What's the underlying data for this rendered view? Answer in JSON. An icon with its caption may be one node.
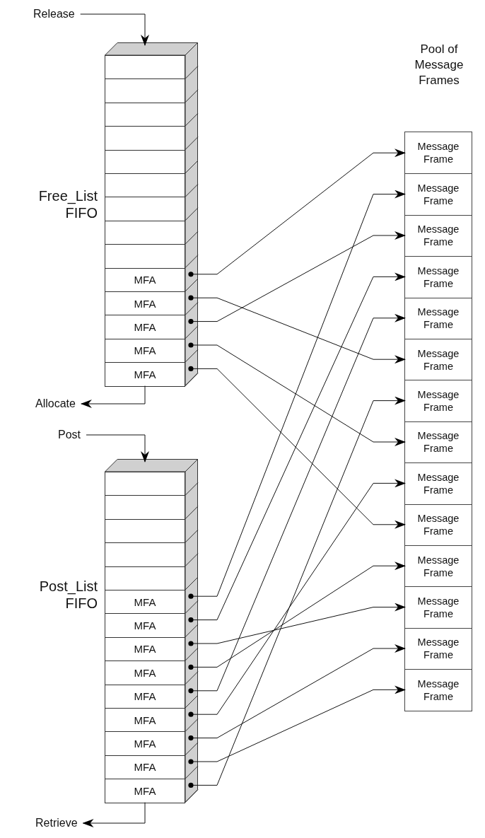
{
  "diagram": {
    "nodes": [
      {
        "text": [
          "Release"
        ]
      },
      {
        "text": [
          "Free_List FIFO"
        ]
      },
      {
        "text": [],
        "shape": "box",
        "in": 1
      },
      {
        "text": [],
        "shape": "box",
        "in": 1
      },
      {
        "text": [],
        "shape": "box",
        "in": 1
      },
      {
        "text": [],
        "shape": "box",
        "in": 1
      },
      {
        "text": [],
        "shape": "box",
        "in": 1
      },
      {
        "text": [],
        "shape": "box",
        "in": 1
      },
      {
        "text": [],
        "shape": "box",
        "in": 1
      },
      {
        "text": [],
        "shape": "box",
        "in": 1
      },
      {
        "text": [],
        "shape": "box",
        "in": 1
      },
      {
        "text": [
          "MFA"
        ],
        "in": 1
      },
      {
        "text": [
          "MFA"
        ],
        "in": 1
      },
      {
        "text": [
          "MFA"
        ],
        "in": 1
      },
      {
        "text": [
          "MFA"
        ],
        "in": 1
      },
      {
        "text": [
          "MFA"
        ],
        "in": 1
      },
      {
        "text": [
          "Allocate"
        ]
      },
      {
        "text": [
          "Post"
        ]
      },
      {
        "text": [
          "Post_List FIFO"
        ]
      },
      {
        "text": [],
        "shape": "box",
        "in": 18
      },
      {
        "text": [],
        "shape": "box",
        "in": 18
      },
      {
        "text": [],
        "shape": "box",
        "in": 18
      },
      {
        "text": [],
        "shape": "box",
        "in": 18
      },
      {
        "text": [],
        "shape": "box",
        "in": 18
      },
      {
        "text": [
          "MFA"
        ],
        "in": 18
      },
      {
        "text": [
          "MFA"
        ],
        "in": 18
      },
      {
        "text": [
          "MFA"
        ],
        "in": 18
      },
      {
        "text": [
          "MFA"
        ],
        "in": 18
      },
      {
        "text": [
          "MFA"
        ],
        "in": 18
      },
      {
        "text": [
          "MFA"
        ],
        "in": 18
      },
      {
        "text": [
          "MFA"
        ],
        "in": 18
      },
      {
        "text": [
          "MFA"
        ],
        "in": 18
      },
      {
        "text": [
          "MFA"
        ],
        "in": 18
      },
      {
        "text": [
          "Retrieve"
        ]
      },
      {
        "text": [
          "Pool of Message Frames"
        ]
      },
      {
        "text": [
          "Message Frame"
        ],
        "in": 34
      },
      {
        "text": [
          "Message Frame"
        ],
        "in": 34
      },
      {
        "text": [
          "Message Frame"
        ],
        "in": 34
      },
      {
        "text": [
          "Message Frame"
        ],
        "in": 34
      },
      {
        "text": [
          "Message Frame"
        ],
        "in": 34
      },
      {
        "text": [
          "Message Frame"
        ],
        "in": 34
      },
      {
        "text": [
          "Message Frame"
        ],
        "in": 34
      },
      {
        "text": [
          "Message Frame"
        ],
        "in": 34
      },
      {
        "text": [
          "Message Frame"
        ],
        "in": 34
      },
      {
        "text": [
          "Message Frame"
        ],
        "in": 34
      },
      {
        "text": [
          "Message Frame"
        ],
        "in": 34
      },
      {
        "text": [
          "Message Frame"
        ],
        "in": 34
      },
      {
        "text": [
          "Message Frame"
        ],
        "in": 34
      },
      {
        "text": [
          "Message Frame"
        ],
        "in": 34
      }
    ],
    "edges": [
      {
        "from": 0,
        "to": 1,
        "arrow": "to"
      },
      {
        "from": 1,
        "to": 16,
        "arrow": "to"
      },
      {
        "from": 17,
        "to": 18,
        "arrow": "to"
      },
      {
        "from": 18,
        "to": 33,
        "arrow": "to"
      },
      {
        "from": 11,
        "to": 35,
        "arrow": "to"
      },
      {
        "from": 12,
        "to": 40,
        "arrow": "to"
      },
      {
        "from": 13,
        "to": 37,
        "arrow": "to"
      },
      {
        "from": 14,
        "to": 42,
        "arrow": "to"
      },
      {
        "from": 15,
        "to": 44,
        "arrow": "to"
      },
      {
        "from": 24,
        "to": 36,
        "arrow": "to"
      },
      {
        "from": 25,
        "to": 38,
        "arrow": "to"
      },
      {
        "from": 26,
        "to": 46,
        "arrow": "to"
      },
      {
        "from": 27,
        "to": 45,
        "arrow": "to"
      },
      {
        "from": 28,
        "to": 39,
        "arrow": "to"
      },
      {
        "from": 29,
        "to": 43,
        "arrow": "to"
      },
      {
        "from": 30,
        "to": 47,
        "arrow": "to"
      },
      {
        "from": 31,
        "to": 48,
        "arrow": "to"
      },
      {
        "from": 32,
        "to": 41,
        "arrow": "to"
      }
    ]
  }
}
